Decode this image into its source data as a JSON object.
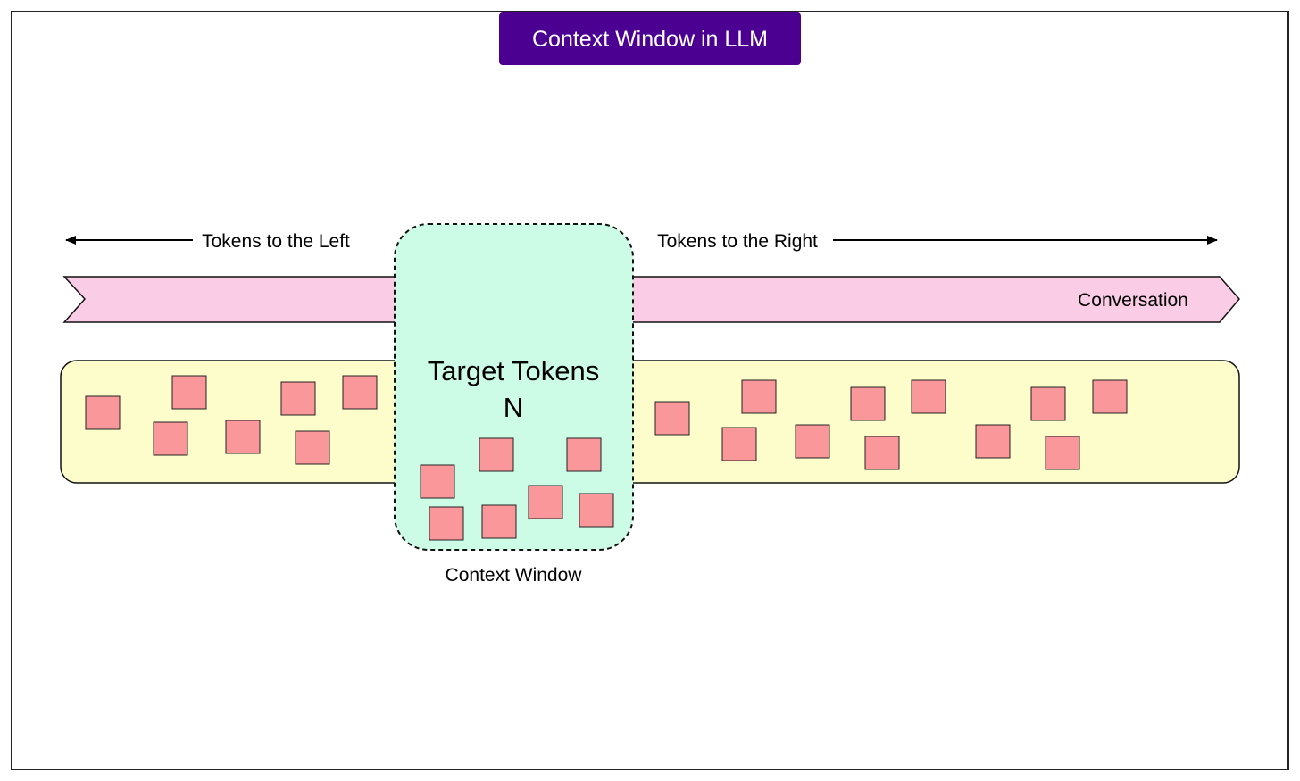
{
  "title": "Context Window in LLM",
  "left_label": "Tokens to the Left",
  "right_label": "Tokens to the Right",
  "conversation_label": "Conversation",
  "target_label_line1": "Target Tokens",
  "target_label_line2": "N",
  "window_caption": "Context Window",
  "colors": {
    "title_bg": "#4b0092",
    "conversation_fill": "#fbcce6",
    "token_band_fill": "#fdfdcb",
    "window_fill": "#ccfbe6",
    "token_fill": "#f9979a",
    "stroke": "#111111"
  }
}
